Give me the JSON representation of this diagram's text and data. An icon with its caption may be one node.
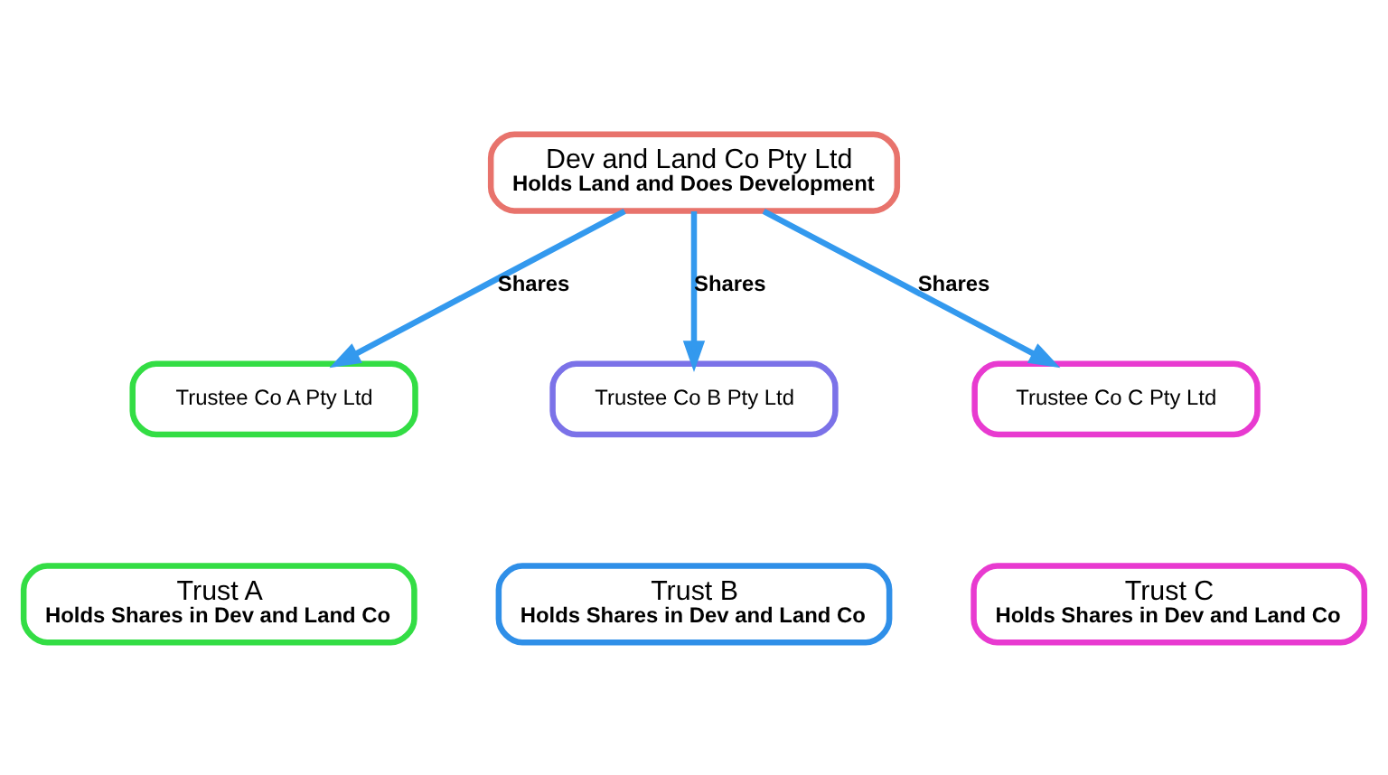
{
  "diagram": {
    "nodes": [
      {
        "text": [
          "Dev and Land Co Pty Ltd",
          "Holds Land and Does Development"
        ]
      },
      {
        "text": [
          "Trustee Co A Pty Ltd"
        ]
      },
      {
        "text": [
          "Trust A",
          "Holds Shares in Dev and Land Co"
        ]
      },
      {
        "text": [
          "Trustee Co B Pty Ltd"
        ]
      },
      {
        "text": [
          "Trust B",
          "Holds Shares in Dev and Land Co"
        ]
      },
      {
        "text": [
          "Trustee Co C Pty Ltd"
        ]
      },
      {
        "text": [
          "Trust C",
          "Holds Shares in Dev and Land Co"
        ]
      }
    ],
    "edges": [
      {
        "from": 0,
        "to": 1,
        "arrow": "to",
        "label": "Shares"
      },
      {
        "from": 0,
        "to": 3,
        "arrow": "to",
        "label": "Shares"
      },
      {
        "from": 0,
        "to": 5,
        "arrow": "to",
        "label": "Shares"
      }
    ]
  }
}
